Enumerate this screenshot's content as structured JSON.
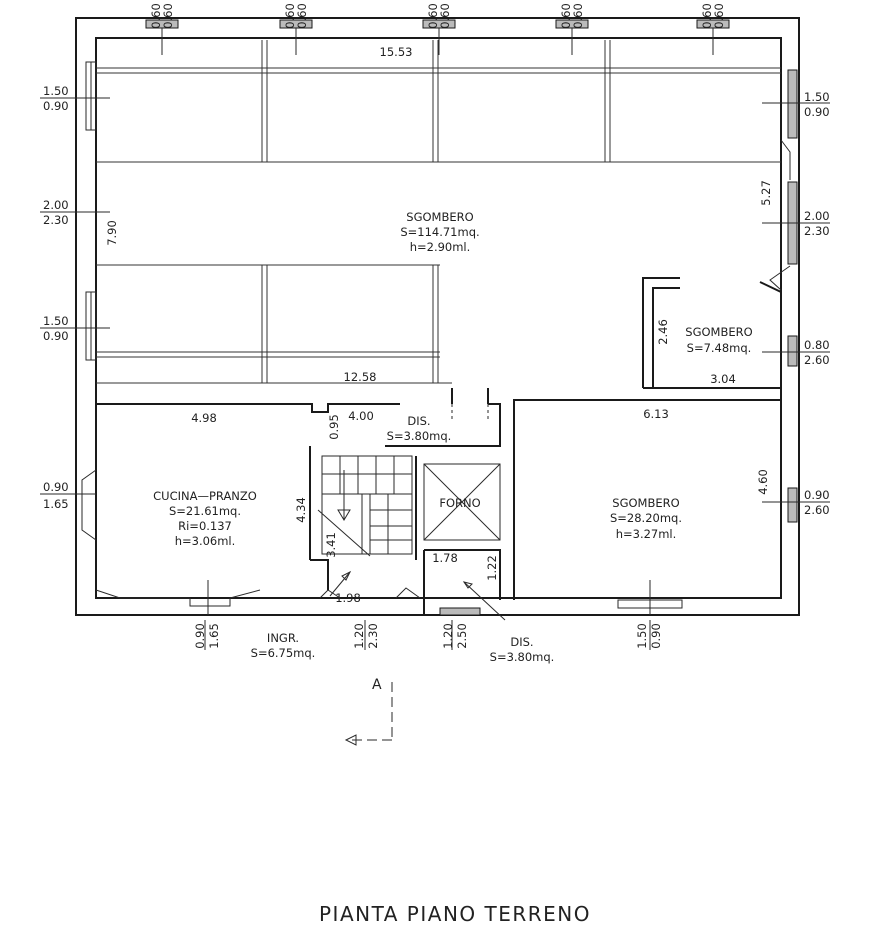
{
  "title": "PIANTA PIANO TERRENO",
  "rooms": {
    "sgombero_large": {
      "name": "SGOMBERO",
      "area": "S=114.71mq.",
      "height": "h=2.90ml."
    },
    "sgombero_small": {
      "name": "SGOMBERO",
      "area": "S=7.48mq."
    },
    "dis_top": {
      "name": "DIS.",
      "area": "S=3.80mq."
    },
    "cucina": {
      "name": "CUCINA—PRANZO",
      "area": "S=21.61mq.",
      "ri": "Ri=0.137",
      "height": "h=3.06ml."
    },
    "forno": {
      "name": "FORNO"
    },
    "sgombero_right": {
      "name": "SGOMBERO",
      "area": "S=28.20mq.",
      "height": "h=3.27ml."
    },
    "ingr": {
      "name": "INGR.",
      "area": "S=6.75mq."
    },
    "dis_bottom": {
      "name": "DIS.",
      "area": "S=3.80mq."
    }
  },
  "dimensions": {
    "top_length": "15.53",
    "depth_left": "7.90",
    "mid_length": "12.58",
    "right_depth": "5.27",
    "small_room_h": "2.46",
    "small_room_w": "3.04",
    "cucina_w": "4.98",
    "dis_w": "4.00",
    "dis_h": "0.95",
    "right_w": "6.13",
    "right_h": "4.60",
    "stair_h": "4.34",
    "stair_run": "3.41",
    "forno_w": "1.78",
    "dis2_h": "1.22",
    "ingr_w": "1.98"
  },
  "windows": {
    "top_1": [
      "0.60",
      "0.60"
    ],
    "top_2": [
      "0.60",
      "0.60"
    ],
    "top_3": [
      "0.60",
      "0.60"
    ],
    "top_4": [
      "0.60",
      "0.60"
    ],
    "top_5": [
      "0.60",
      "0.60"
    ],
    "left_1": [
      "1.50",
      "0.90"
    ],
    "left_2": [
      "2.00",
      "2.30"
    ],
    "left_3": [
      "1.50",
      "0.90"
    ],
    "left_4": [
      "0.90",
      "1.65"
    ],
    "right_1": [
      "1.50",
      "0.90"
    ],
    "right_2": [
      "2.00",
      "2.30"
    ],
    "right_3": [
      "0.80",
      "2.60"
    ],
    "right_4": [
      "0.90",
      "2.60"
    ],
    "bottom_1": [
      "0.90",
      "1.65"
    ],
    "bottom_2": [
      "1.20",
      "2.30"
    ],
    "bottom_3": [
      "1.20",
      "2.50"
    ],
    "bottom_4": [
      "1.50",
      "0.90"
    ]
  },
  "section_mark": "A"
}
